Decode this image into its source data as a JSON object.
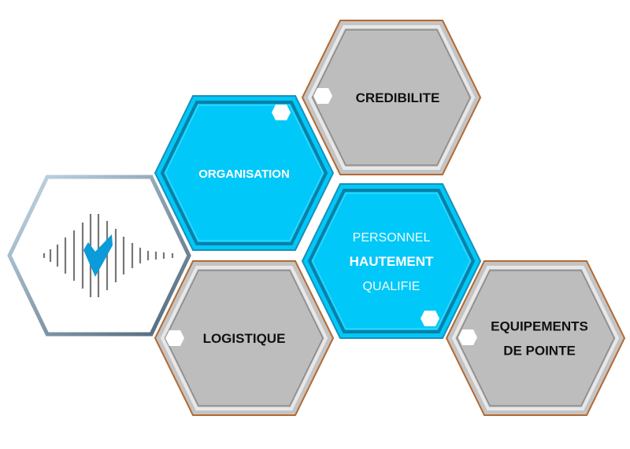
{
  "logo": {
    "icon": "sound-wave-checkmark-icon",
    "check_color": "#0a9bd8"
  },
  "hexagons": [
    {
      "id": "organisation",
      "lines": [
        "ORGANISATION"
      ],
      "style": "blue"
    },
    {
      "id": "credibilite",
      "lines": [
        "CREDIBILITE"
      ],
      "style": "gray"
    },
    {
      "id": "personnel",
      "lines": [
        "PERSONNEL",
        "HAUTEMENT",
        "QUALIFIE"
      ],
      "style": "blue"
    },
    {
      "id": "logistique",
      "lines": [
        "LOGISTIQUE"
      ],
      "style": "gray"
    },
    {
      "id": "equipements",
      "lines": [
        "EQUIPEMENTS",
        "DE POINTE"
      ],
      "style": "gray"
    }
  ],
  "colors": {
    "blue_fill": "#00c8f8",
    "gray_fill": "#bdbdbd",
    "gray_border": "#b36a33"
  }
}
